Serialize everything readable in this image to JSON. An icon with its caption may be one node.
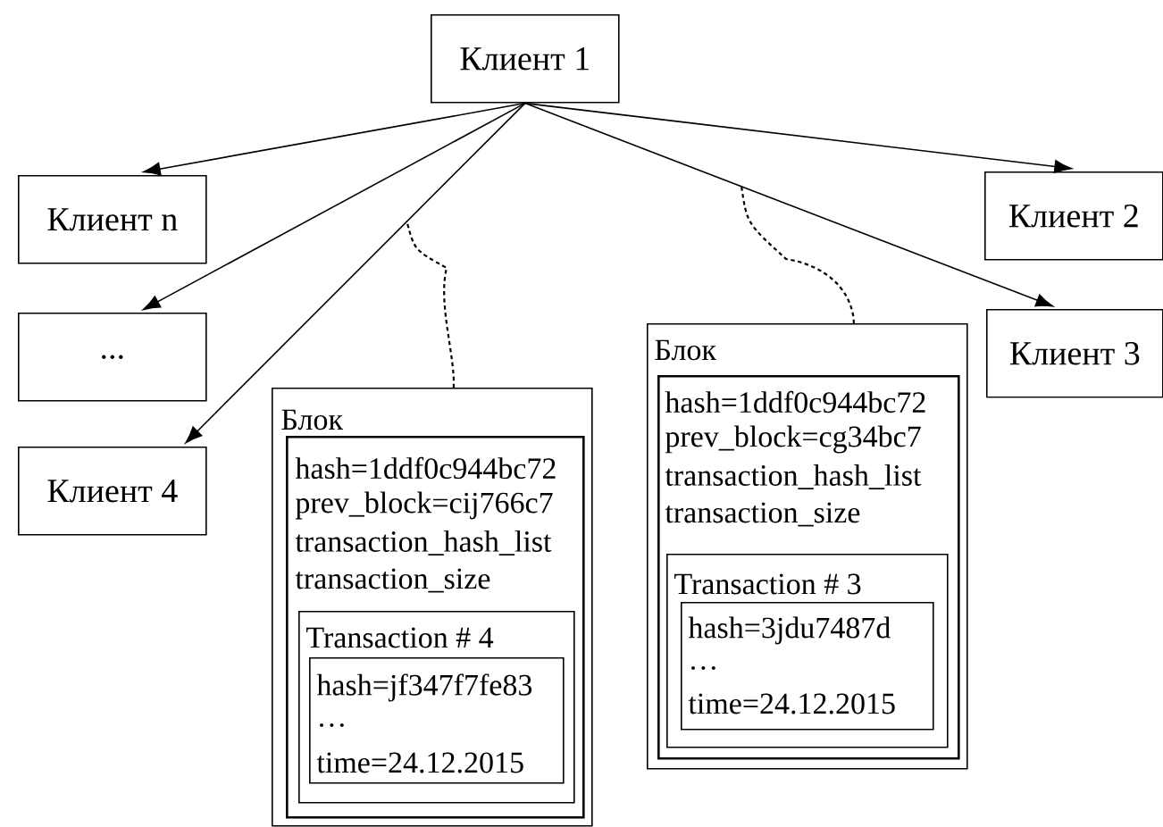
{
  "diagram": {
    "nodes": [
      {
        "text": [
          "Клиент 1"
        ]
      },
      {
        "text": [
          "Клиент n"
        ]
      },
      {
        "text": [
          "Клиент 2"
        ]
      },
      {
        "text": [
          "..."
        ]
      },
      {
        "text": [
          "Клиент 3"
        ]
      },
      {
        "text": [
          "Клиент 4"
        ]
      },
      {
        "text": [
          "Блок"
        ]
      },
      {
        "text": [
          "hash=1ddf0c944bc72",
          "prev_block=cij766c7",
          "transaction_hash_list",
          "transaction_size"
        ],
        "in": 6
      },
      {
        "text": [
          "Transaction # 4"
        ],
        "in": 7
      },
      {
        "text": [
          "hash=jf347f7fe83",
          "…",
          "time=24.12.2015"
        ],
        "in": 8
      },
      {
        "text": [
          "Блок"
        ]
      },
      {
        "text": [
          "hash=1ddf0c944bc72",
          "prev_block=cg34bc7",
          "transaction_hash_list",
          "transaction_size"
        ],
        "in": 10
      },
      {
        "text": [
          "Transaction # 3"
        ],
        "in": 11
      },
      {
        "text": [
          "hash=3jdu7487d",
          "…",
          "time=24.12.2015"
        ],
        "in": 12
      }
    ],
    "edges": [
      {
        "from": 0,
        "to": 1,
        "arrow": "to"
      },
      {
        "from": 0,
        "to": 3,
        "arrow": "to"
      },
      {
        "from": 0,
        "to": 5,
        "arrow": "to"
      },
      {
        "from": 0,
        "to": 2,
        "arrow": "to"
      },
      {
        "from": 0,
        "to": 4,
        "arrow": "to"
      },
      {
        "from": 6,
        "to": null,
        "arrow": "none",
        "style": "dashed"
      },
      {
        "from": 10,
        "to": null,
        "arrow": "none",
        "style": "dashed"
      }
    ]
  }
}
